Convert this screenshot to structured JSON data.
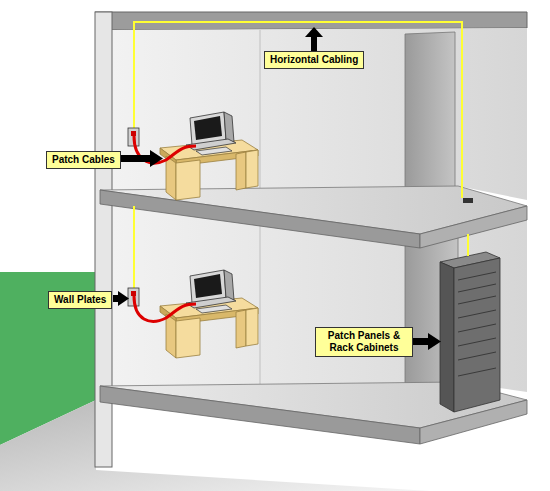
{
  "diagram": {
    "nodes": [
      {
        "text": [
          "Horizontal Cabling"
        ]
      },
      {
        "text": [
          "Patch Cables"
        ]
      },
      {
        "text": [
          "Wall Plates"
        ]
      },
      {
        "text": [
          "Patch Panels & Rack Cabinets"
        ]
      }
    ]
  }
}
